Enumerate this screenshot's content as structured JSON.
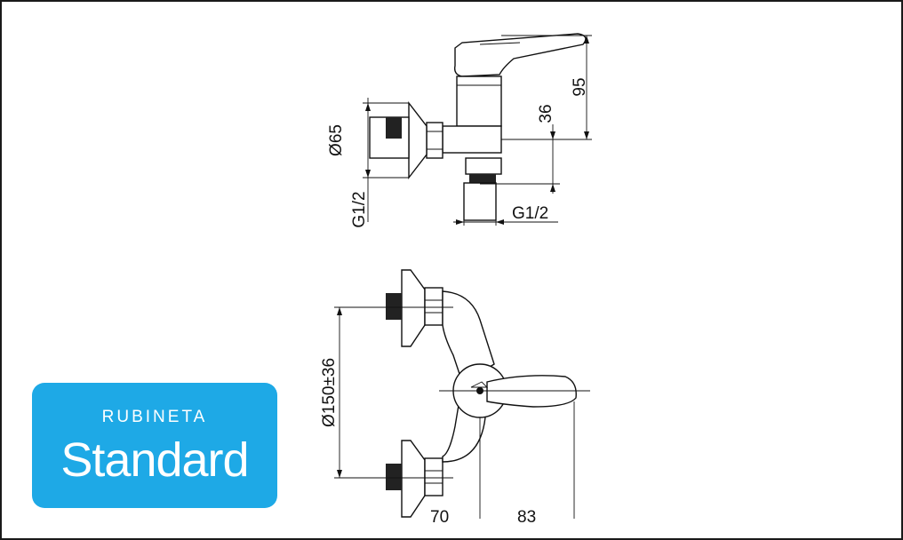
{
  "brand": {
    "line1": "RUBINETA",
    "line2": "Standard",
    "color": "#1ea9e6"
  },
  "dimensions": {
    "height_95": "95",
    "height_36": "36",
    "diameter_65": "Ø65",
    "thread_left": "G1/2",
    "thread_bottom": "G1/2",
    "spacing": "Ø150±36",
    "depth_70": "70",
    "length_83": "83"
  }
}
